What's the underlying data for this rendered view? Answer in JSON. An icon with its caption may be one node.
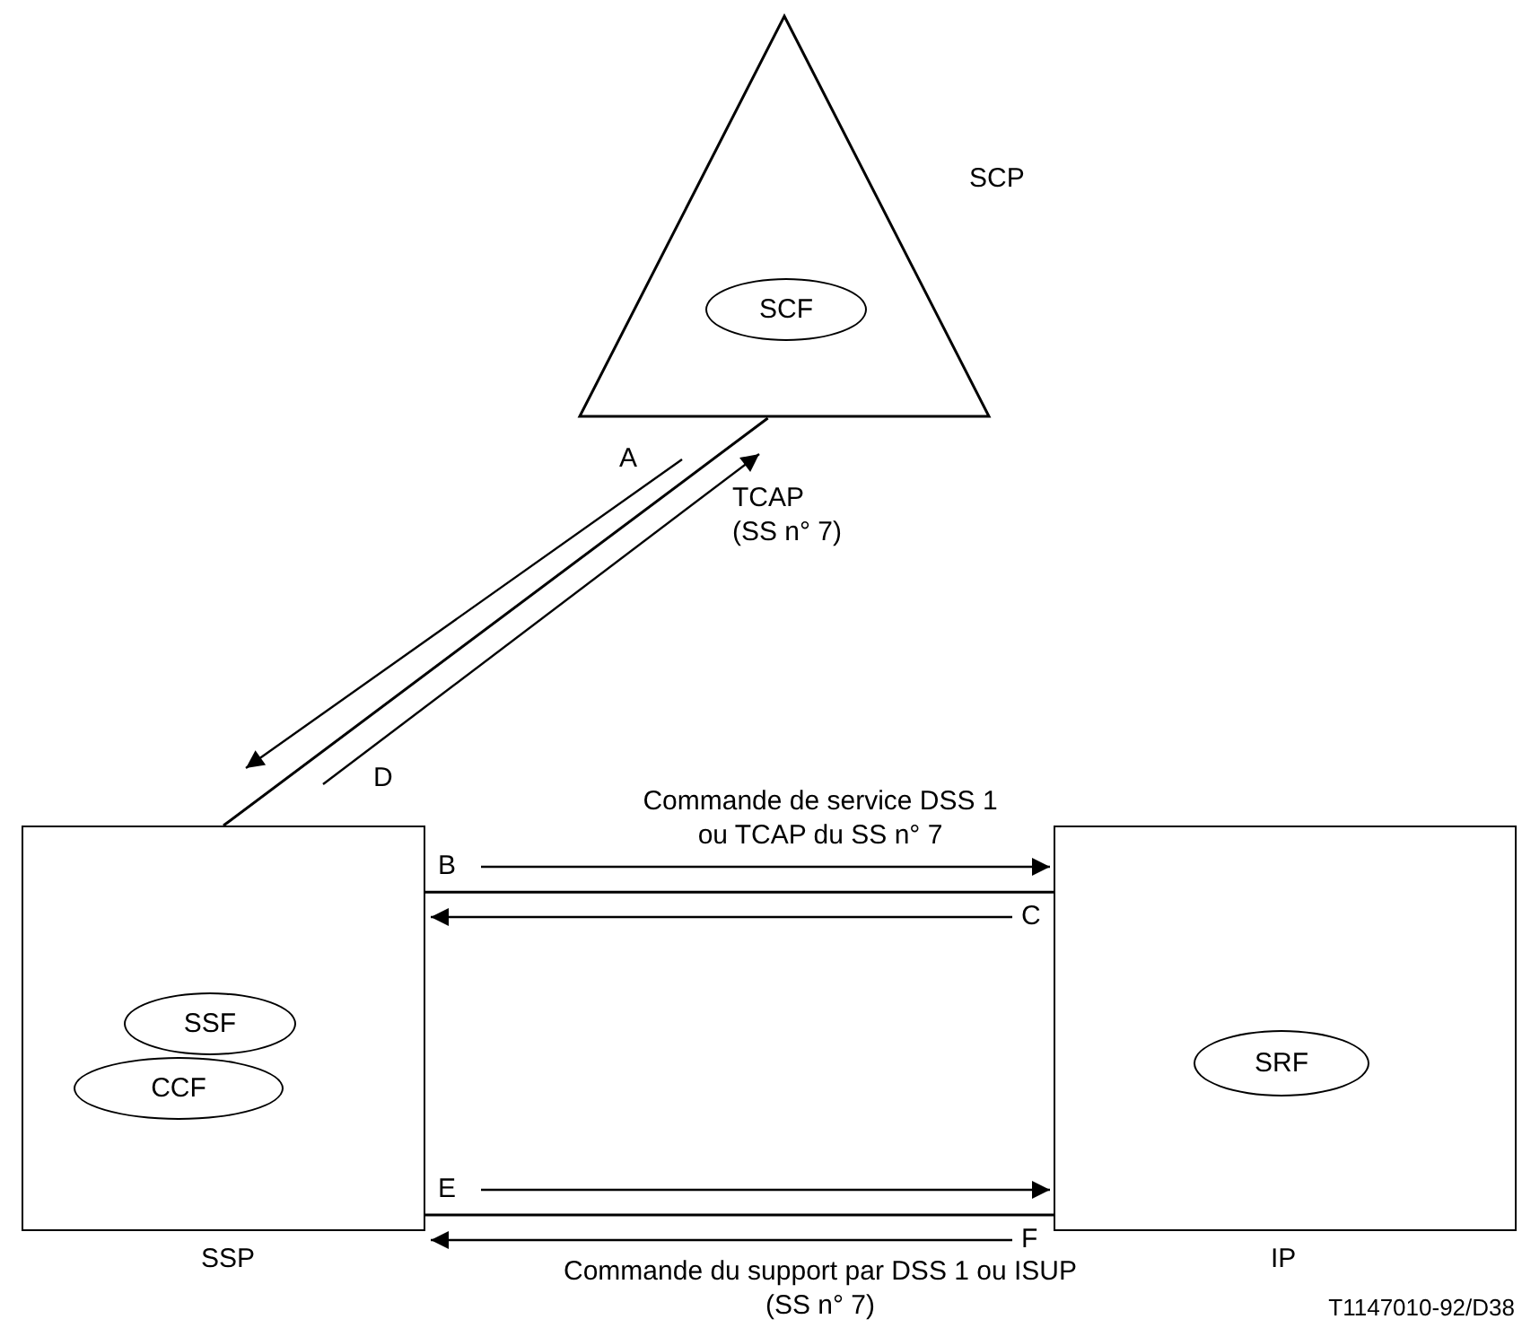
{
  "diagram": {
    "nodes": [
      {
        "text": [
          "SCP"
        ]
      },
      {
        "text": [
          "SCF"
        ],
        "in": 0
      },
      {
        "text": [
          "SSP"
        ]
      },
      {
        "text": [
          "SSF"
        ],
        "in": 2
      },
      {
        "text": [
          "CCF"
        ],
        "in": 2
      },
      {
        "text": [
          "IP"
        ]
      },
      {
        "text": [
          "SRF"
        ],
        "in": 5
      }
    ],
    "edges": [
      {
        "from": 2,
        "to": 0,
        "arrow": "none",
        "label": "TCAP (SS n° 7)"
      },
      {
        "from": 2,
        "to": 5,
        "arrow": "none",
        "label": "Commande de service DSS 1 ou TCAP du SS n° 7"
      },
      {
        "from": 2,
        "to": 5,
        "arrow": "none",
        "label": "Commande du support par DSS 1 ou ISUP (SS n° 7)"
      }
    ],
    "labels": [
      "A",
      "D",
      "B",
      "C",
      "E",
      "F",
      "T1147010-92/D38"
    ]
  }
}
